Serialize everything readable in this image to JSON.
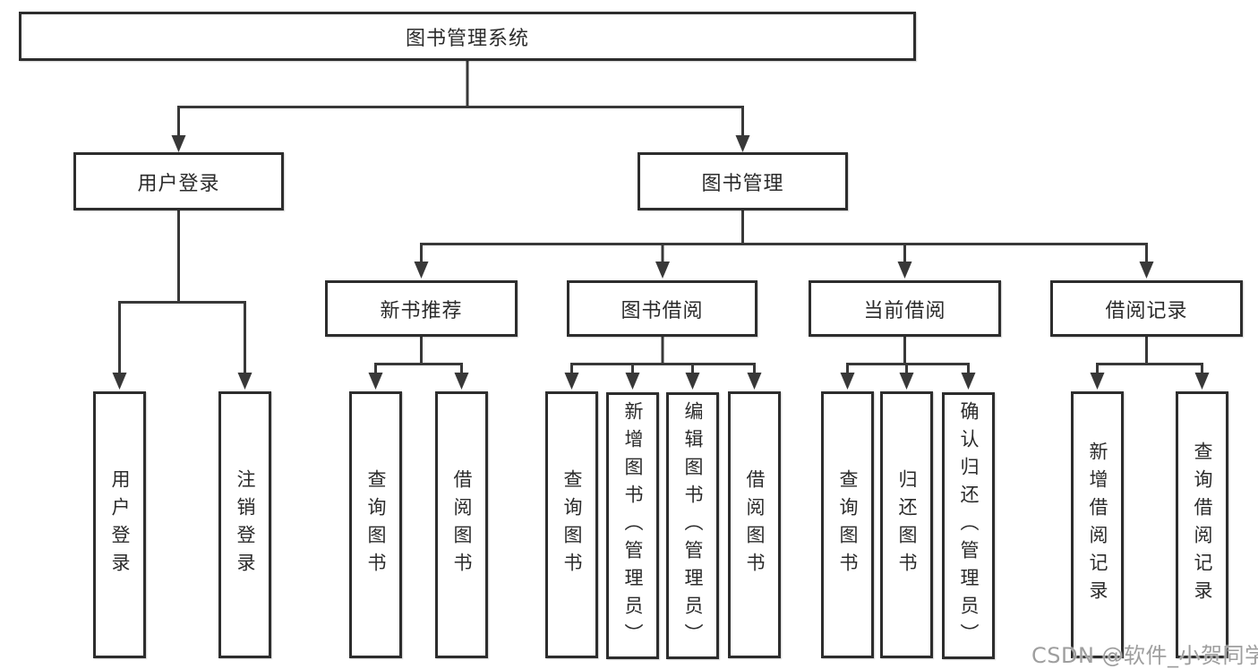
{
  "tree": {
    "root": "图书管理系统",
    "user_login": {
      "label": "用户登录",
      "children": [
        "用户登录",
        "注销登录"
      ]
    },
    "book_mgmt": {
      "label": "图书管理",
      "sections": [
        {
          "label": "新书推荐",
          "children": [
            "查询图书",
            "借阅图书"
          ]
        },
        {
          "label": "图书借阅",
          "children": [
            "查询图书",
            "新增图书（管理员）",
            "编辑图书（管理员）",
            "借阅图书"
          ]
        },
        {
          "label": "当前借阅",
          "children": [
            "查询图书",
            "归还图书",
            "确认归还（管理员）"
          ]
        },
        {
          "label": "借阅记录",
          "children": [
            "新增借阅记录",
            "查询借阅记录"
          ]
        }
      ]
    }
  },
  "watermark": "CSDN @软件_小贺同学",
  "colors": {
    "line": "#383838",
    "box_border": "#2d2d2d",
    "text": "#2b2b2b",
    "watermark": "#9e9e9e",
    "background": "#ffffff"
  }
}
